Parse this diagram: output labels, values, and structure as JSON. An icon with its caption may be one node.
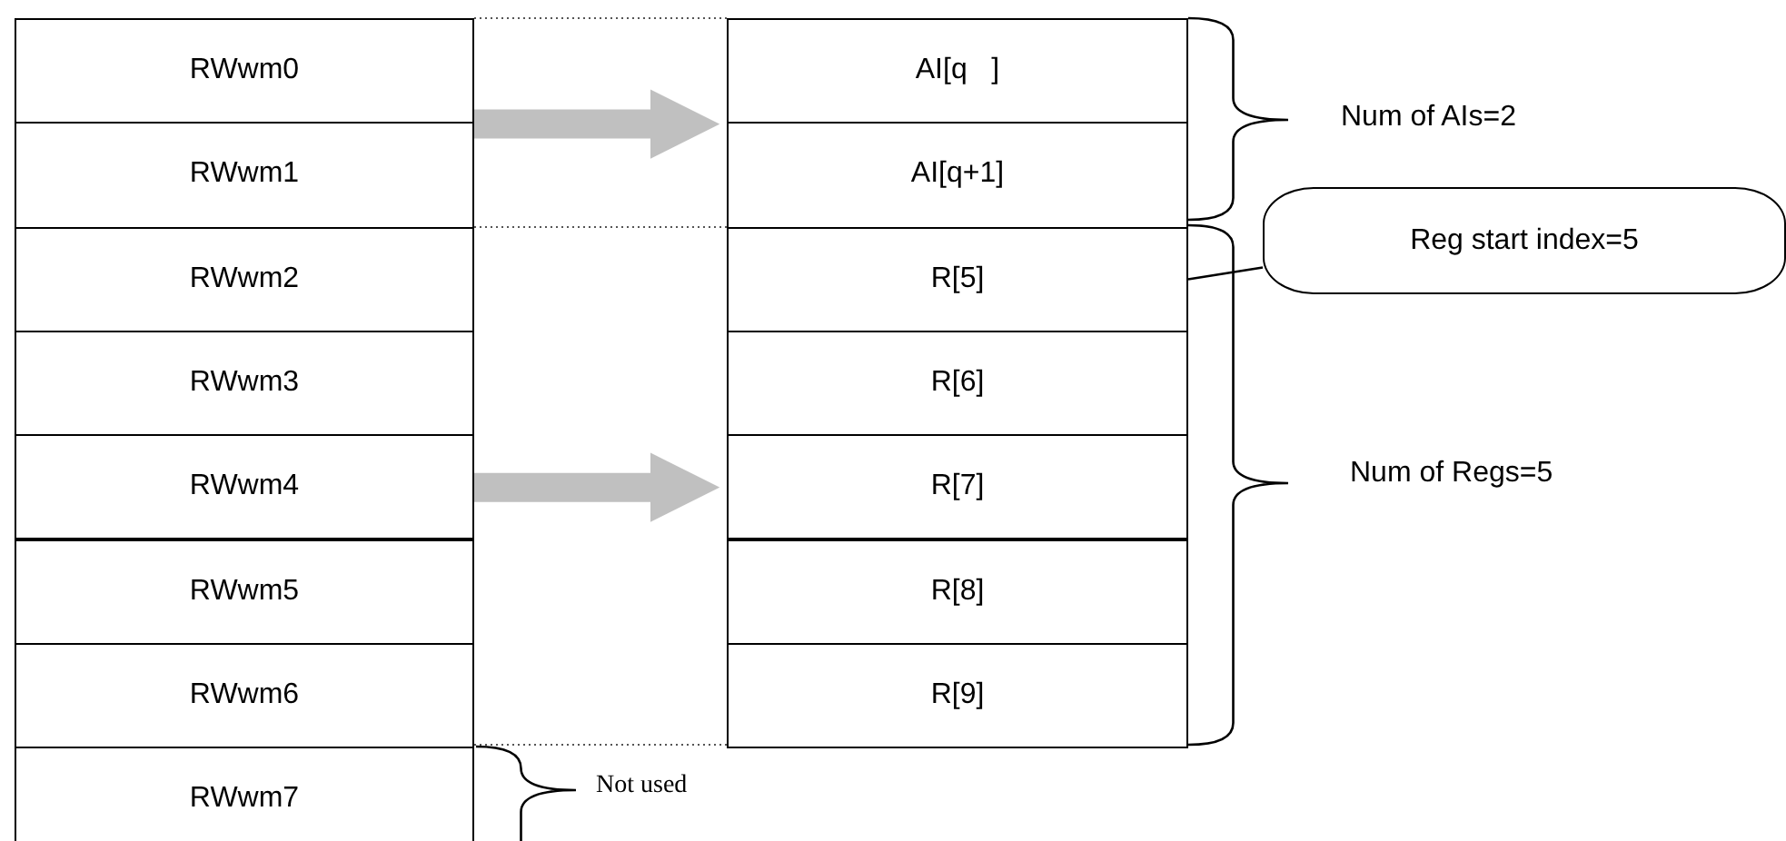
{
  "diagram": {
    "nodes": [
      {
        "text": [
          "RWwm0"
        ]
      },
      {
        "text": [
          "RWwm1"
        ]
      },
      {
        "text": [
          "RWwm2"
        ]
      },
      {
        "text": [
          "RWwm3"
        ]
      },
      {
        "text": [
          "RWwm4"
        ]
      },
      {
        "text": [
          "RWwm5"
        ]
      },
      {
        "text": [
          "RWwm6"
        ]
      },
      {
        "text": [
          "RWwm7"
        ]
      },
      {
        "text": [
          "AI[q   ]"
        ]
      },
      {
        "text": [
          "AI[q+1]"
        ]
      },
      {
        "text": [
          "R[5]"
        ]
      },
      {
        "text": [
          "R[6]"
        ]
      },
      {
        "text": [
          "R[7]"
        ]
      },
      {
        "text": [
          "R[8]"
        ]
      },
      {
        "text": [
          "R[9]"
        ]
      },
      {
        "text": [
          "Reg start index=5"
        ]
      }
    ],
    "edges": [
      {
        "from": 0,
        "to": 8,
        "arrow": "to"
      },
      {
        "from": 4,
        "to": 12,
        "arrow": "to"
      },
      {
        "from": 15,
        "to": 10,
        "arrow": "none",
        "color": "#000000"
      }
    ],
    "labels": [
      "Num of AIs=2",
      "Num of Regs=5",
      "Not used"
    ]
  }
}
